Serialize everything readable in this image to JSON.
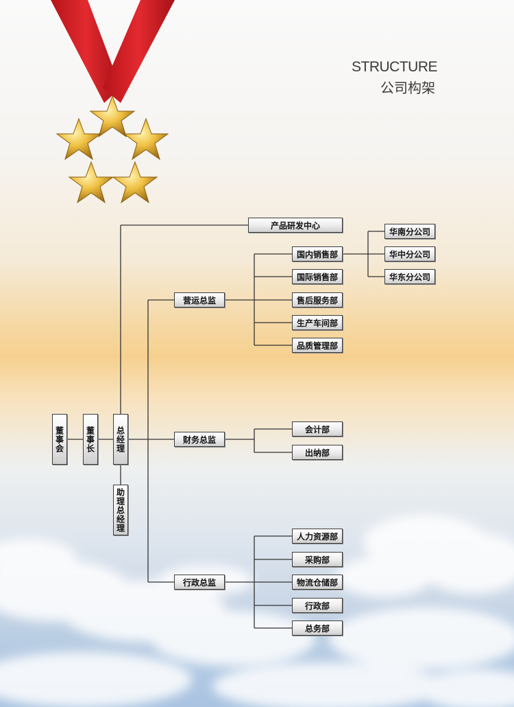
{
  "title": {
    "en": "STRUCTURE",
    "cn": "公司构架"
  },
  "colors": {
    "ribbon": "#d9262b",
    "star": "#e8b43a",
    "line": "#333333"
  },
  "org": {
    "board": "董事会",
    "chairman": "董事长",
    "gm": "总经理",
    "assistant_gm": "助理总经理",
    "rd_center": "产品研发中心",
    "ops_director": "营运总监",
    "finance_director": "财务总监",
    "admin_director": "行政总监",
    "ops_depts": [
      "国内销售部",
      "国际销售部",
      "售后服务部",
      "生产车间部",
      "品质管理部"
    ],
    "branches": [
      "华南分公司",
      "华中分公司",
      "华东分公司"
    ],
    "finance_depts": [
      "会计部",
      "出纳部"
    ],
    "admin_depts": [
      "人力资源部",
      "采购部",
      "物流仓储部",
      "行政部",
      "总务部"
    ]
  }
}
